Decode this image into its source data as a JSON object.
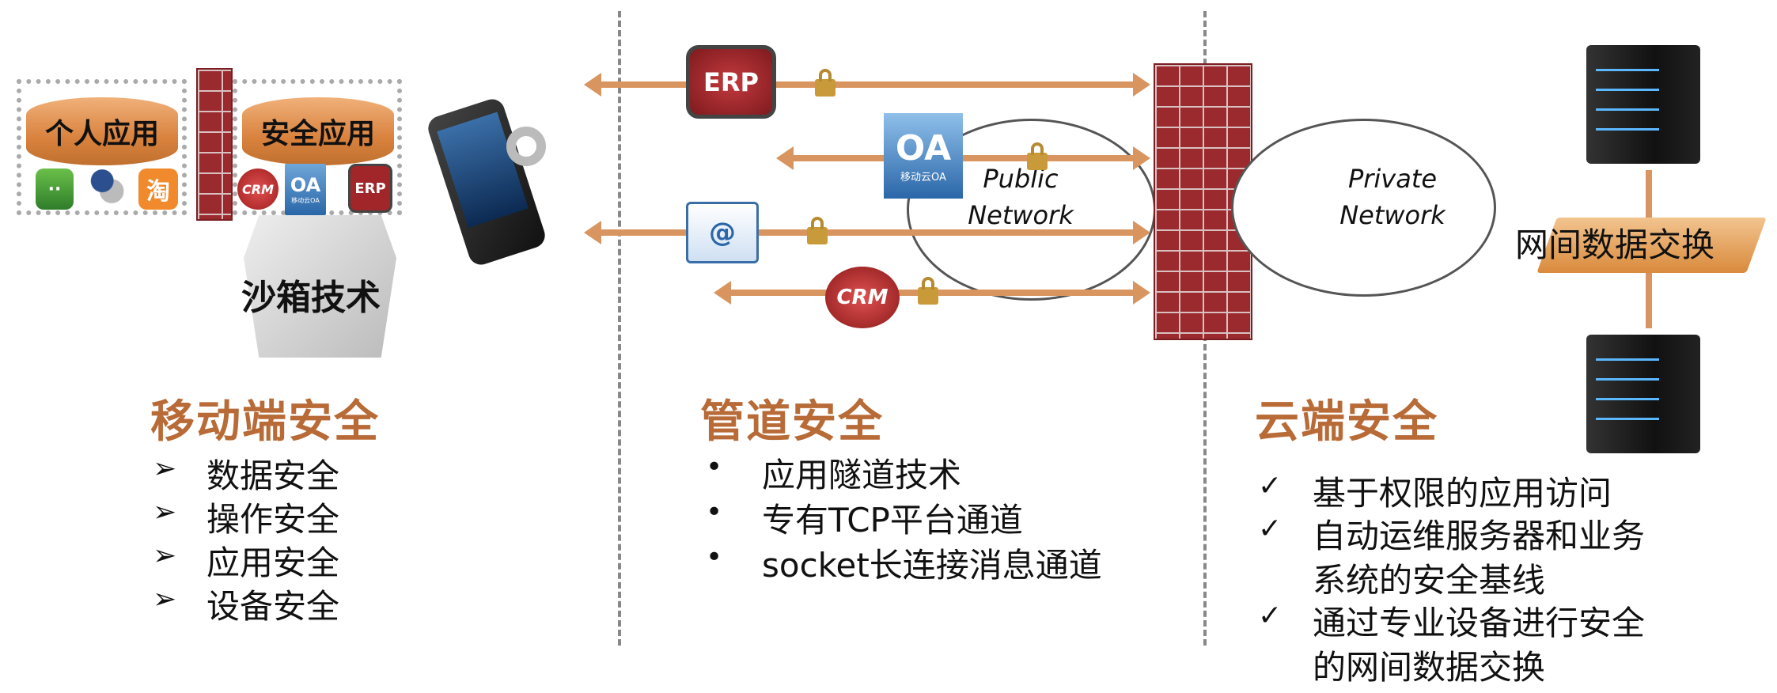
{
  "mobile": {
    "personal_apps_label": "个人应用",
    "secure_apps_label": "安全应用",
    "personal_app_icons": [
      "wechat-icon",
      "qq-contacts-icon",
      "taobao-icon"
    ],
    "taobao_glyph": "淘",
    "secure_app_icons": {
      "crm": "CRM",
      "oa": "OA",
      "oa_sub": "移动云OA",
      "erp": "ERP"
    },
    "sandbox_label": "沙箱技术",
    "heading": "移动端安全",
    "bullet_glyph": "➢",
    "items": [
      "数据安全",
      "操作安全",
      "应用安全",
      "设备安全"
    ]
  },
  "channel": {
    "erp_label": "ERP",
    "oa_label": "OA",
    "oa_sub": "移动云OA",
    "email_glyph": "@",
    "crm_label": "CRM",
    "public_network": [
      "Public",
      "Network"
    ],
    "heading": "管道安全",
    "bullet_glyph": "•",
    "items": [
      "应用隧道技术",
      "专有TCP平台通道",
      "socket长连接消息通道"
    ]
  },
  "cloud": {
    "private_network": [
      "Private",
      "Network"
    ],
    "exchange_label": "网间数据交换",
    "heading": "云端安全",
    "check_glyph": "✓",
    "items": [
      {
        "lines": [
          "基于权限的应用访问"
        ]
      },
      {
        "lines": [
          "自动运维服务器和业务",
          "系统的安全基线"
        ]
      },
      {
        "lines": [
          "通过专业设备进行安全",
          "的网间数据交换"
        ]
      }
    ]
  },
  "colors": {
    "heading": "#b86b37",
    "arrow": "#d9955f",
    "firewall": "#9b2a2e"
  }
}
